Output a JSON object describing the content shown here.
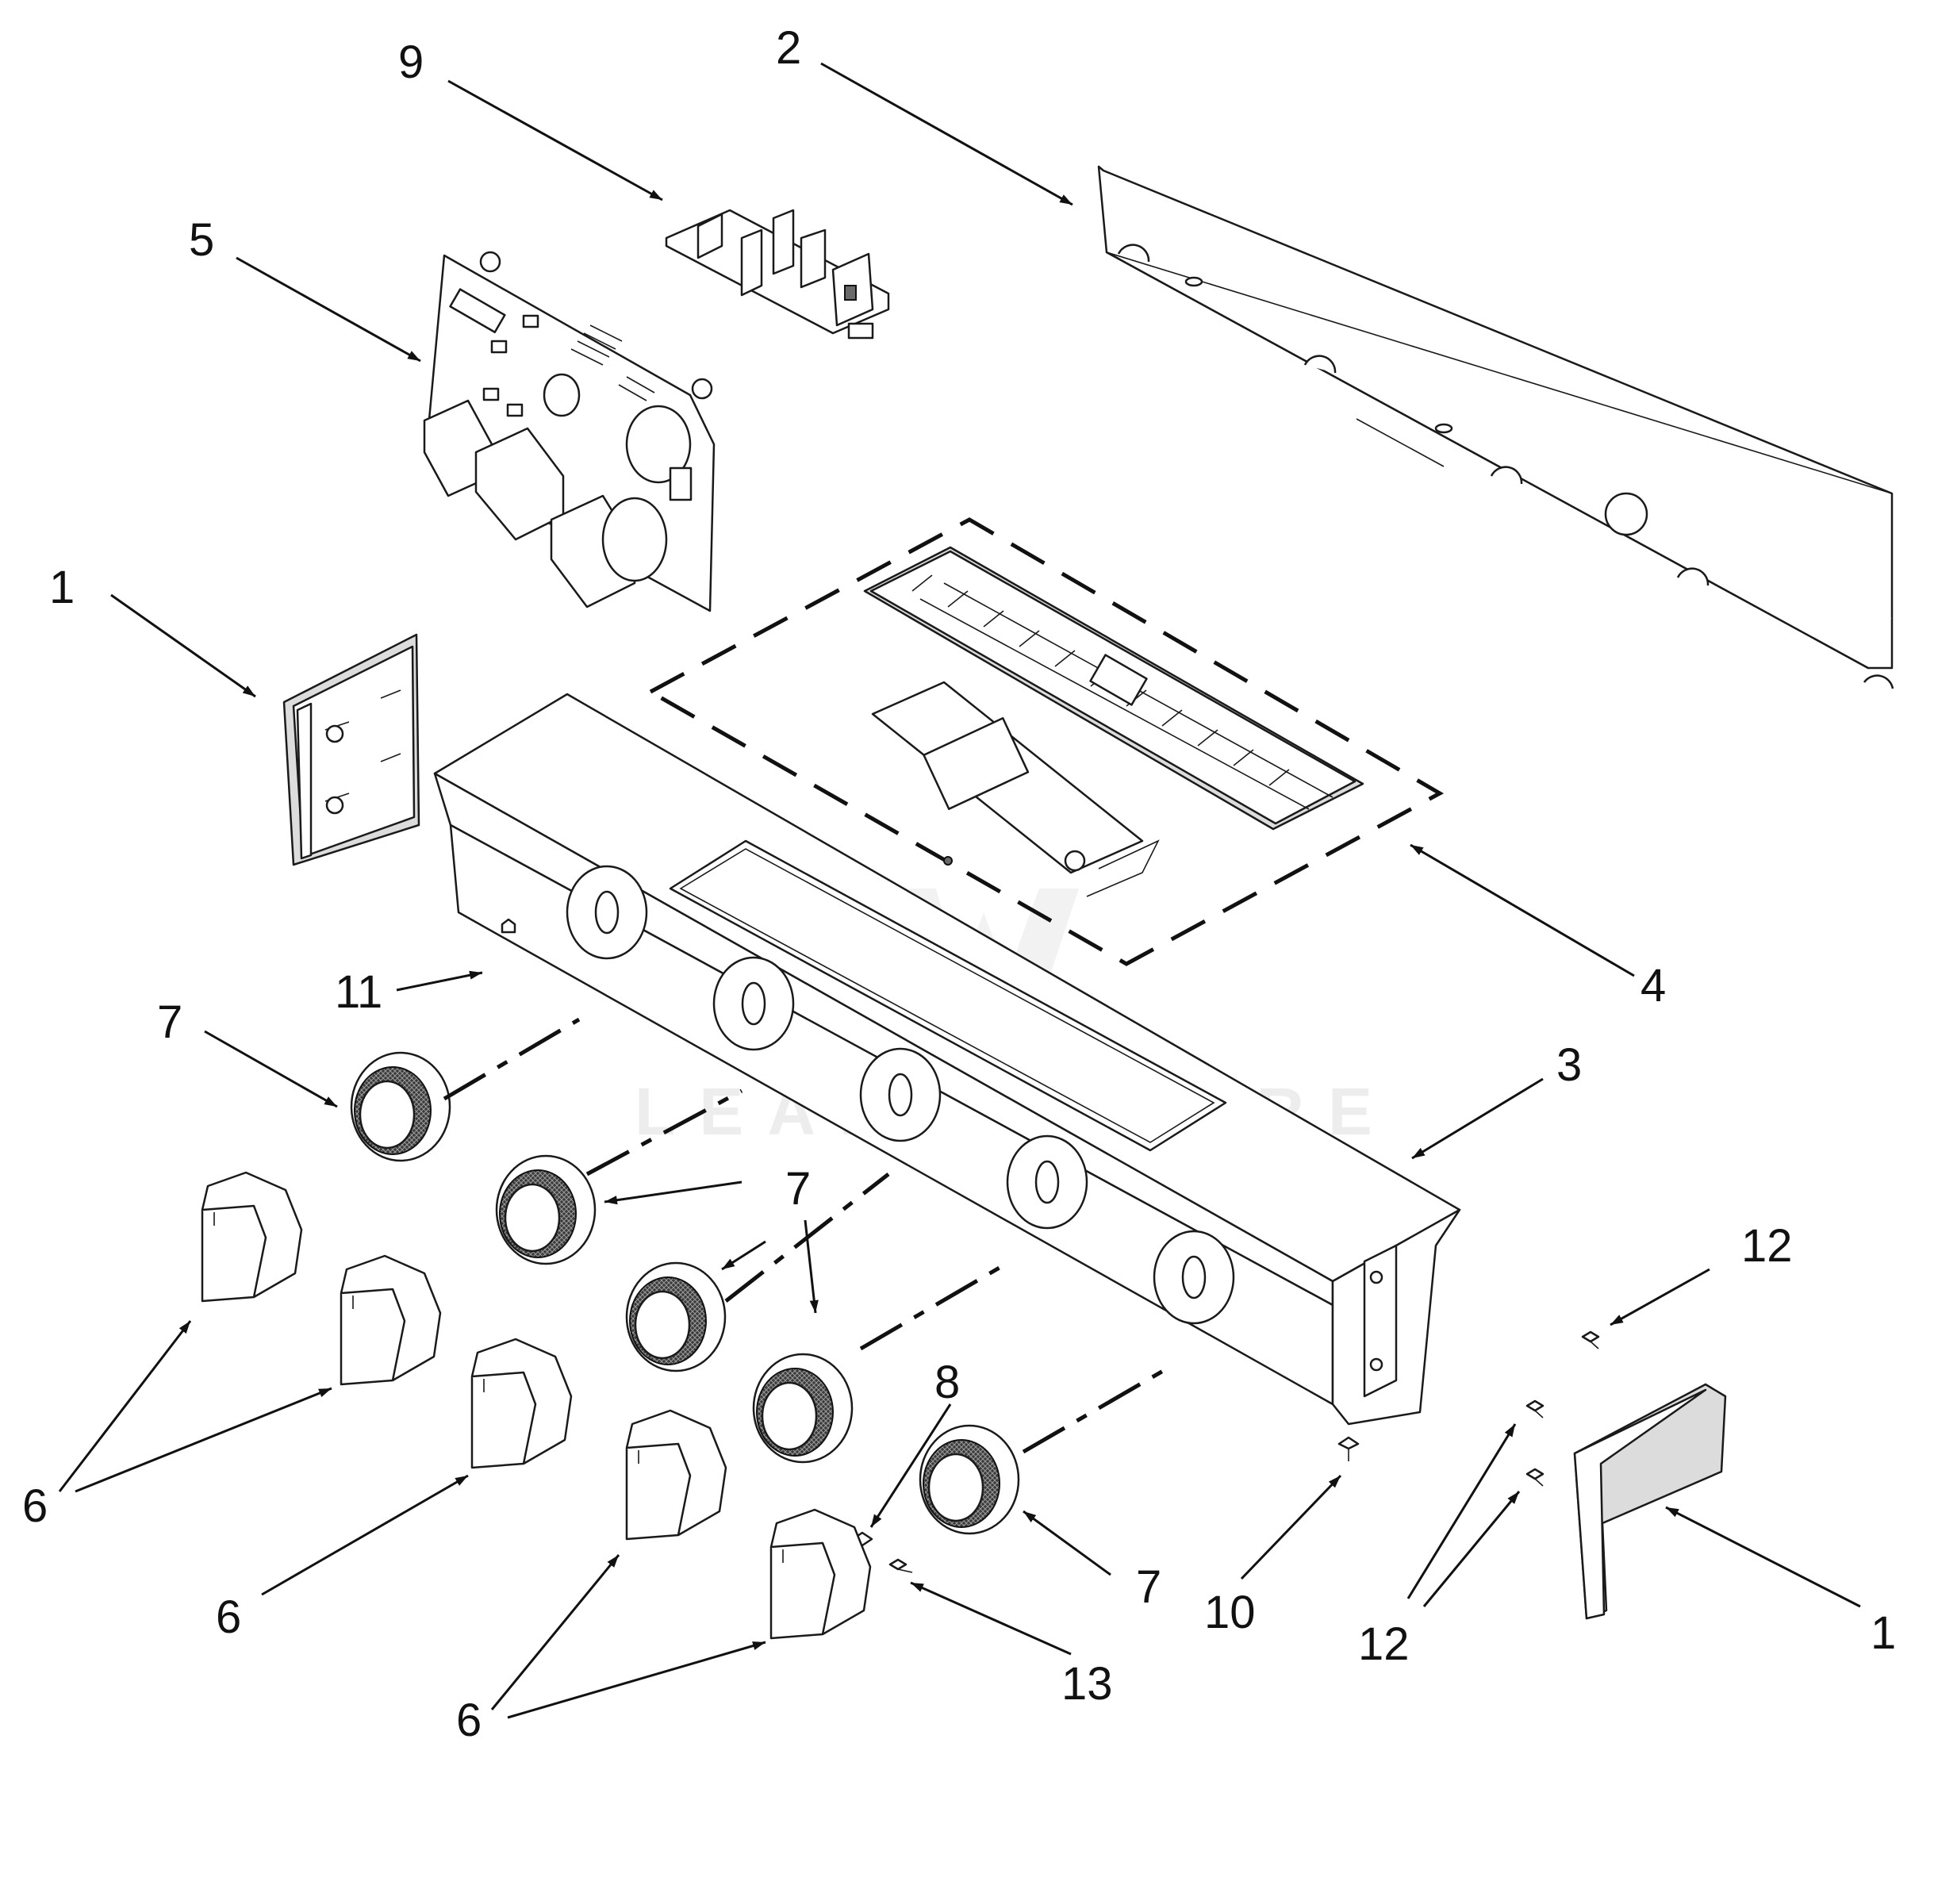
{
  "diagram": {
    "watermark": "LEADVENTURE",
    "line_color": "#111111",
    "background": "#ffffff"
  },
  "callouts": {
    "part_1_left": "1",
    "part_1_right": "1",
    "part_2": "2",
    "part_3": "3",
    "part_4": "4",
    "part_5": "5",
    "part_6_a": "6",
    "part_6_b": "6",
    "part_6_c": "6",
    "part_7_a": "7",
    "part_7_b": "7",
    "part_7_c": "7",
    "part_8": "8",
    "part_9": "9",
    "part_10": "10",
    "part_11": "11",
    "part_12_a": "12",
    "part_12_b": "12",
    "part_13": "13"
  }
}
